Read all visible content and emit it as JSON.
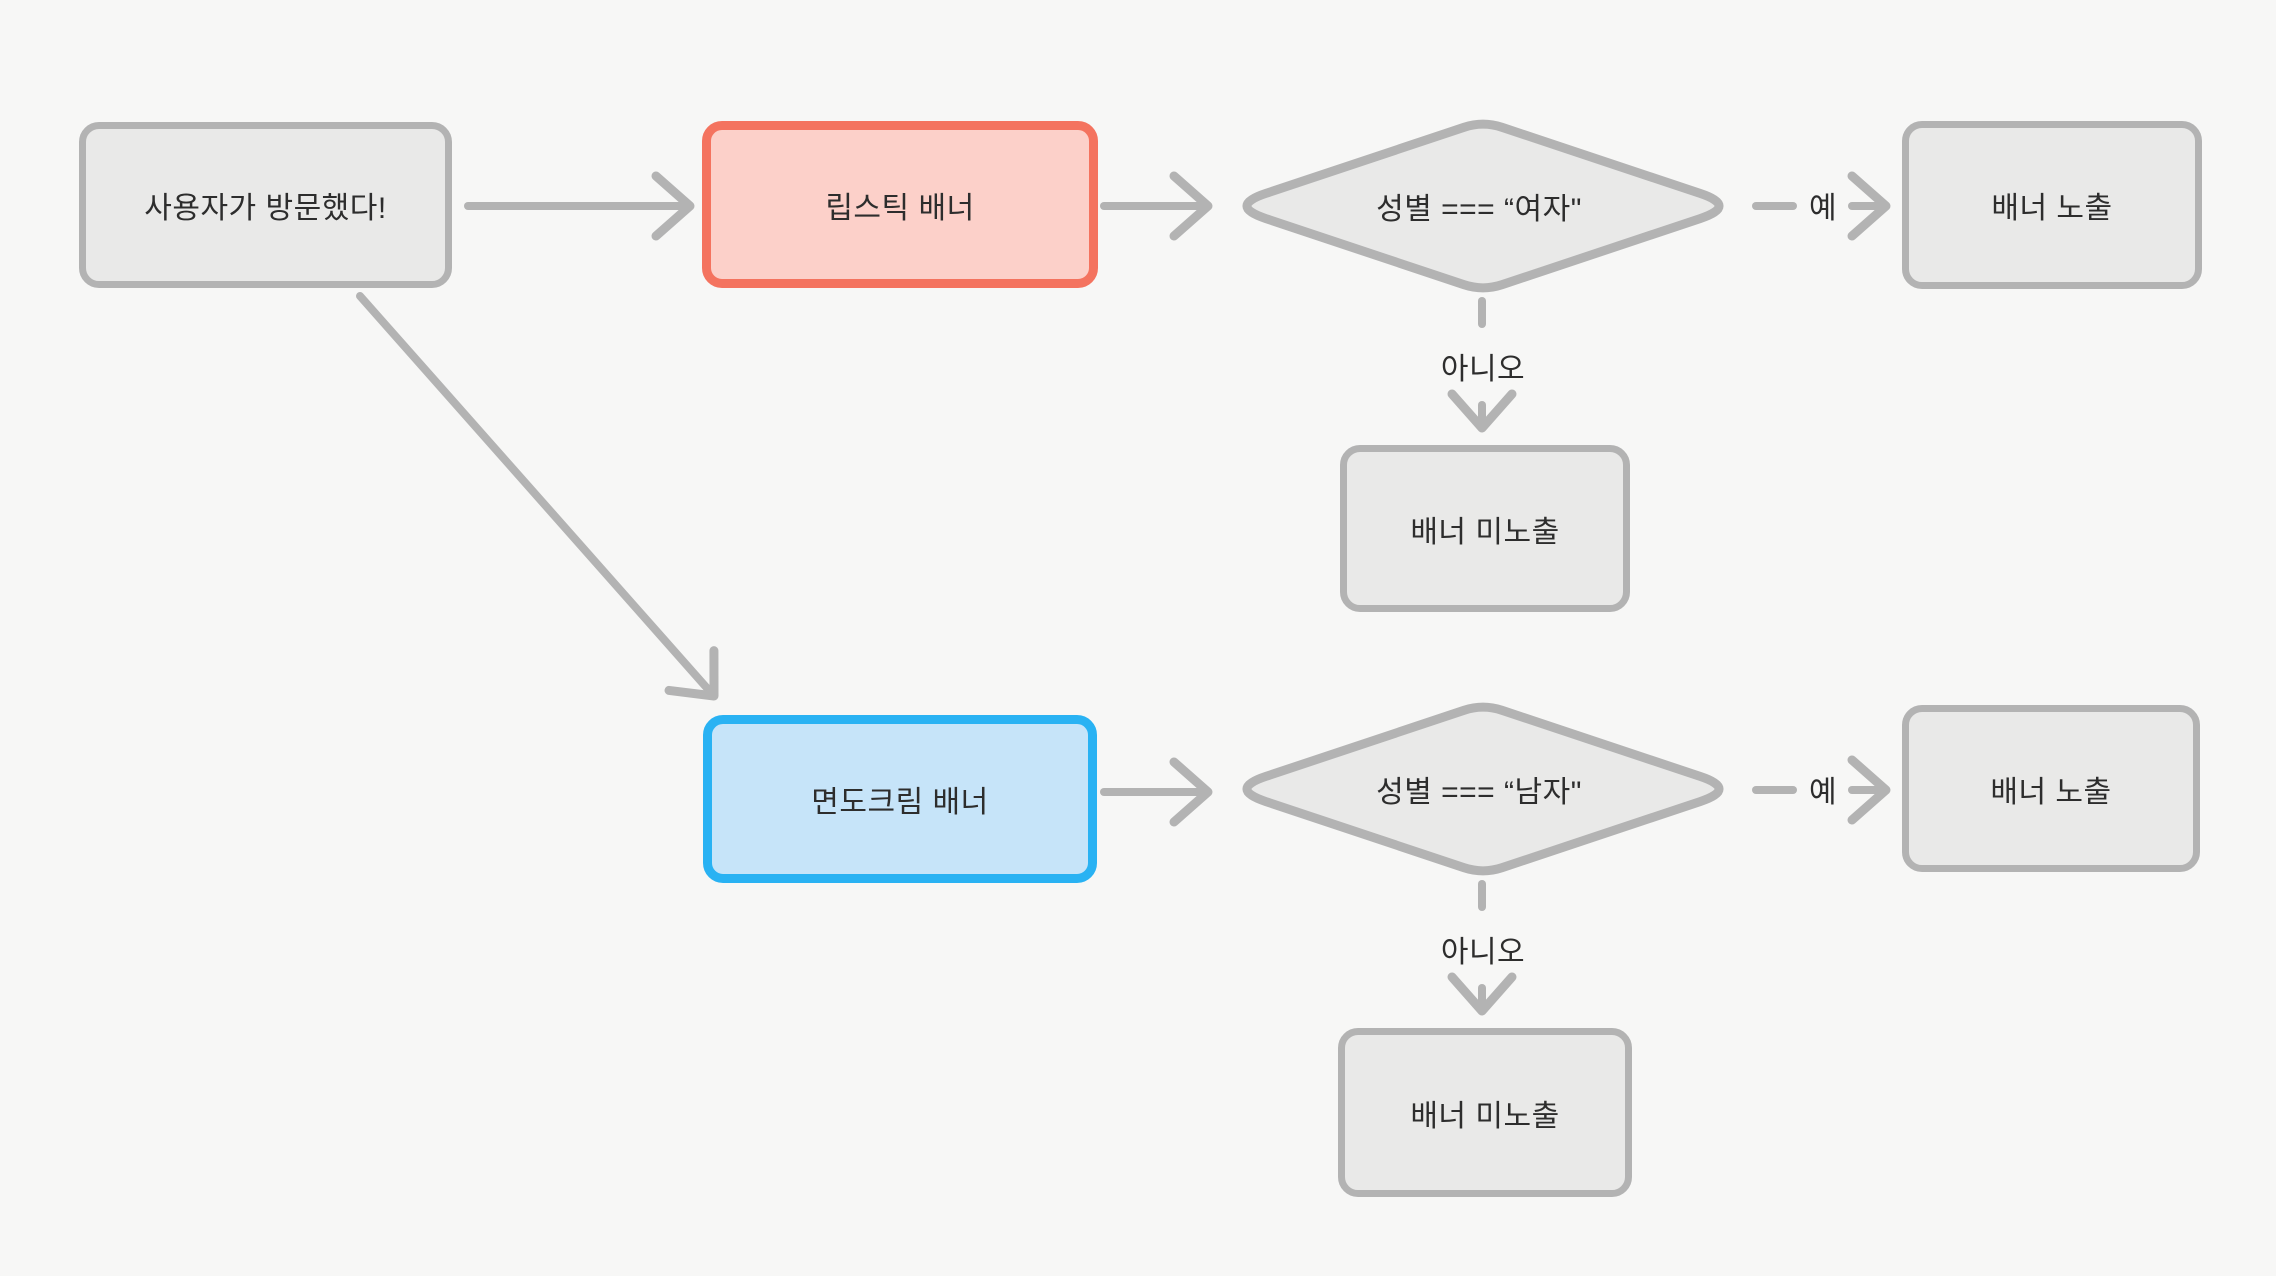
{
  "diagram": {
    "background_color": "#f7f7f6",
    "palette": {
      "gray_fill": "#e9e9e8",
      "gray_border": "#b3b3b3",
      "pink_fill": "#fcd0c9",
      "red_border": "#f4735f",
      "blue_fill": "#c6e4f9",
      "blue_border": "#29b2f3",
      "connector_color": "#b3b3b3",
      "text_color": "#2d2d2d"
    },
    "nodes": [
      {
        "id": "start",
        "type": "rectangle",
        "color": "gray",
        "label": "사용자가 방문했다!"
      },
      {
        "id": "lipstick-banner",
        "type": "rectangle",
        "color": "red",
        "label": "립스틱 배너"
      },
      {
        "id": "gender-female-check",
        "type": "diamond",
        "color": "gray",
        "label": "성별 === “여자\""
      },
      {
        "id": "banner-shown-top",
        "type": "rectangle",
        "color": "gray",
        "label": "배너 노출"
      },
      {
        "id": "banner-hidden-top",
        "type": "rectangle",
        "color": "gray",
        "label": "배너 미노출"
      },
      {
        "id": "shaving-cream-banner",
        "type": "rectangle",
        "color": "blue",
        "label": "면도크림 배너"
      },
      {
        "id": "gender-male-check",
        "type": "diamond",
        "color": "gray",
        "label": "성별 === “남자\""
      },
      {
        "id": "banner-shown-bottom",
        "type": "rectangle",
        "color": "gray",
        "label": "배너 노출"
      },
      {
        "id": "banner-hidden-bottom",
        "type": "rectangle",
        "color": "gray",
        "label": "배너 미노출"
      }
    ],
    "edges": [
      {
        "from": "start",
        "to": "lipstick-banner",
        "label": ""
      },
      {
        "from": "start",
        "to": "shaving-cream-banner",
        "label": ""
      },
      {
        "from": "lipstick-banner",
        "to": "gender-female-check",
        "label": ""
      },
      {
        "from": "gender-female-check",
        "to": "banner-shown-top",
        "label": "예"
      },
      {
        "from": "gender-female-check",
        "to": "banner-hidden-top",
        "label": "아니오"
      },
      {
        "from": "shaving-cream-banner",
        "to": "gender-male-check",
        "label": ""
      },
      {
        "from": "gender-male-check",
        "to": "banner-shown-bottom",
        "label": "예"
      },
      {
        "from": "gender-male-check",
        "to": "banner-hidden-bottom",
        "label": "아니오"
      }
    ]
  }
}
